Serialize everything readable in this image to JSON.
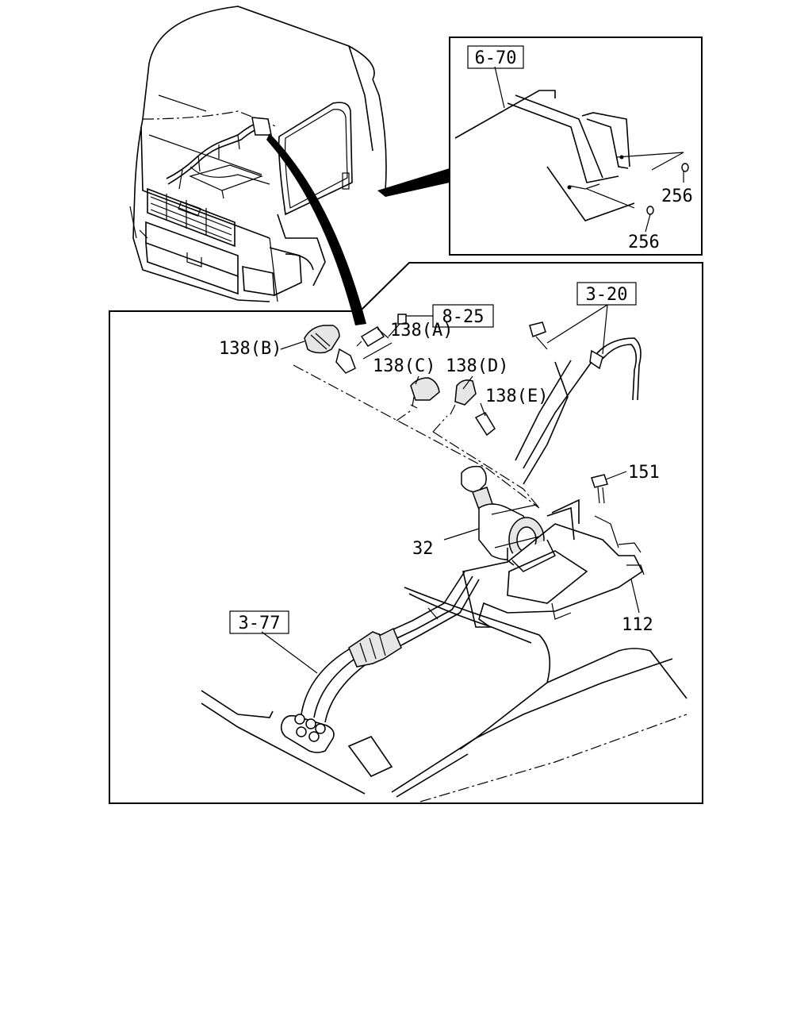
{
  "references": {
    "ref_6_70": "6-70",
    "ref_8_25": "8-25",
    "ref_3_20": "3-20",
    "ref_3_77": "3-77"
  },
  "callouts": {
    "c_256_upper": "256",
    "c_256_lower": "256",
    "c_138a": "138(A)",
    "c_138b": "138(B)",
    "c_138c": "138(C)",
    "c_138d": "138(D)",
    "c_138e": "138(E)",
    "c_151": "151",
    "c_32": "32",
    "c_112": "112"
  }
}
